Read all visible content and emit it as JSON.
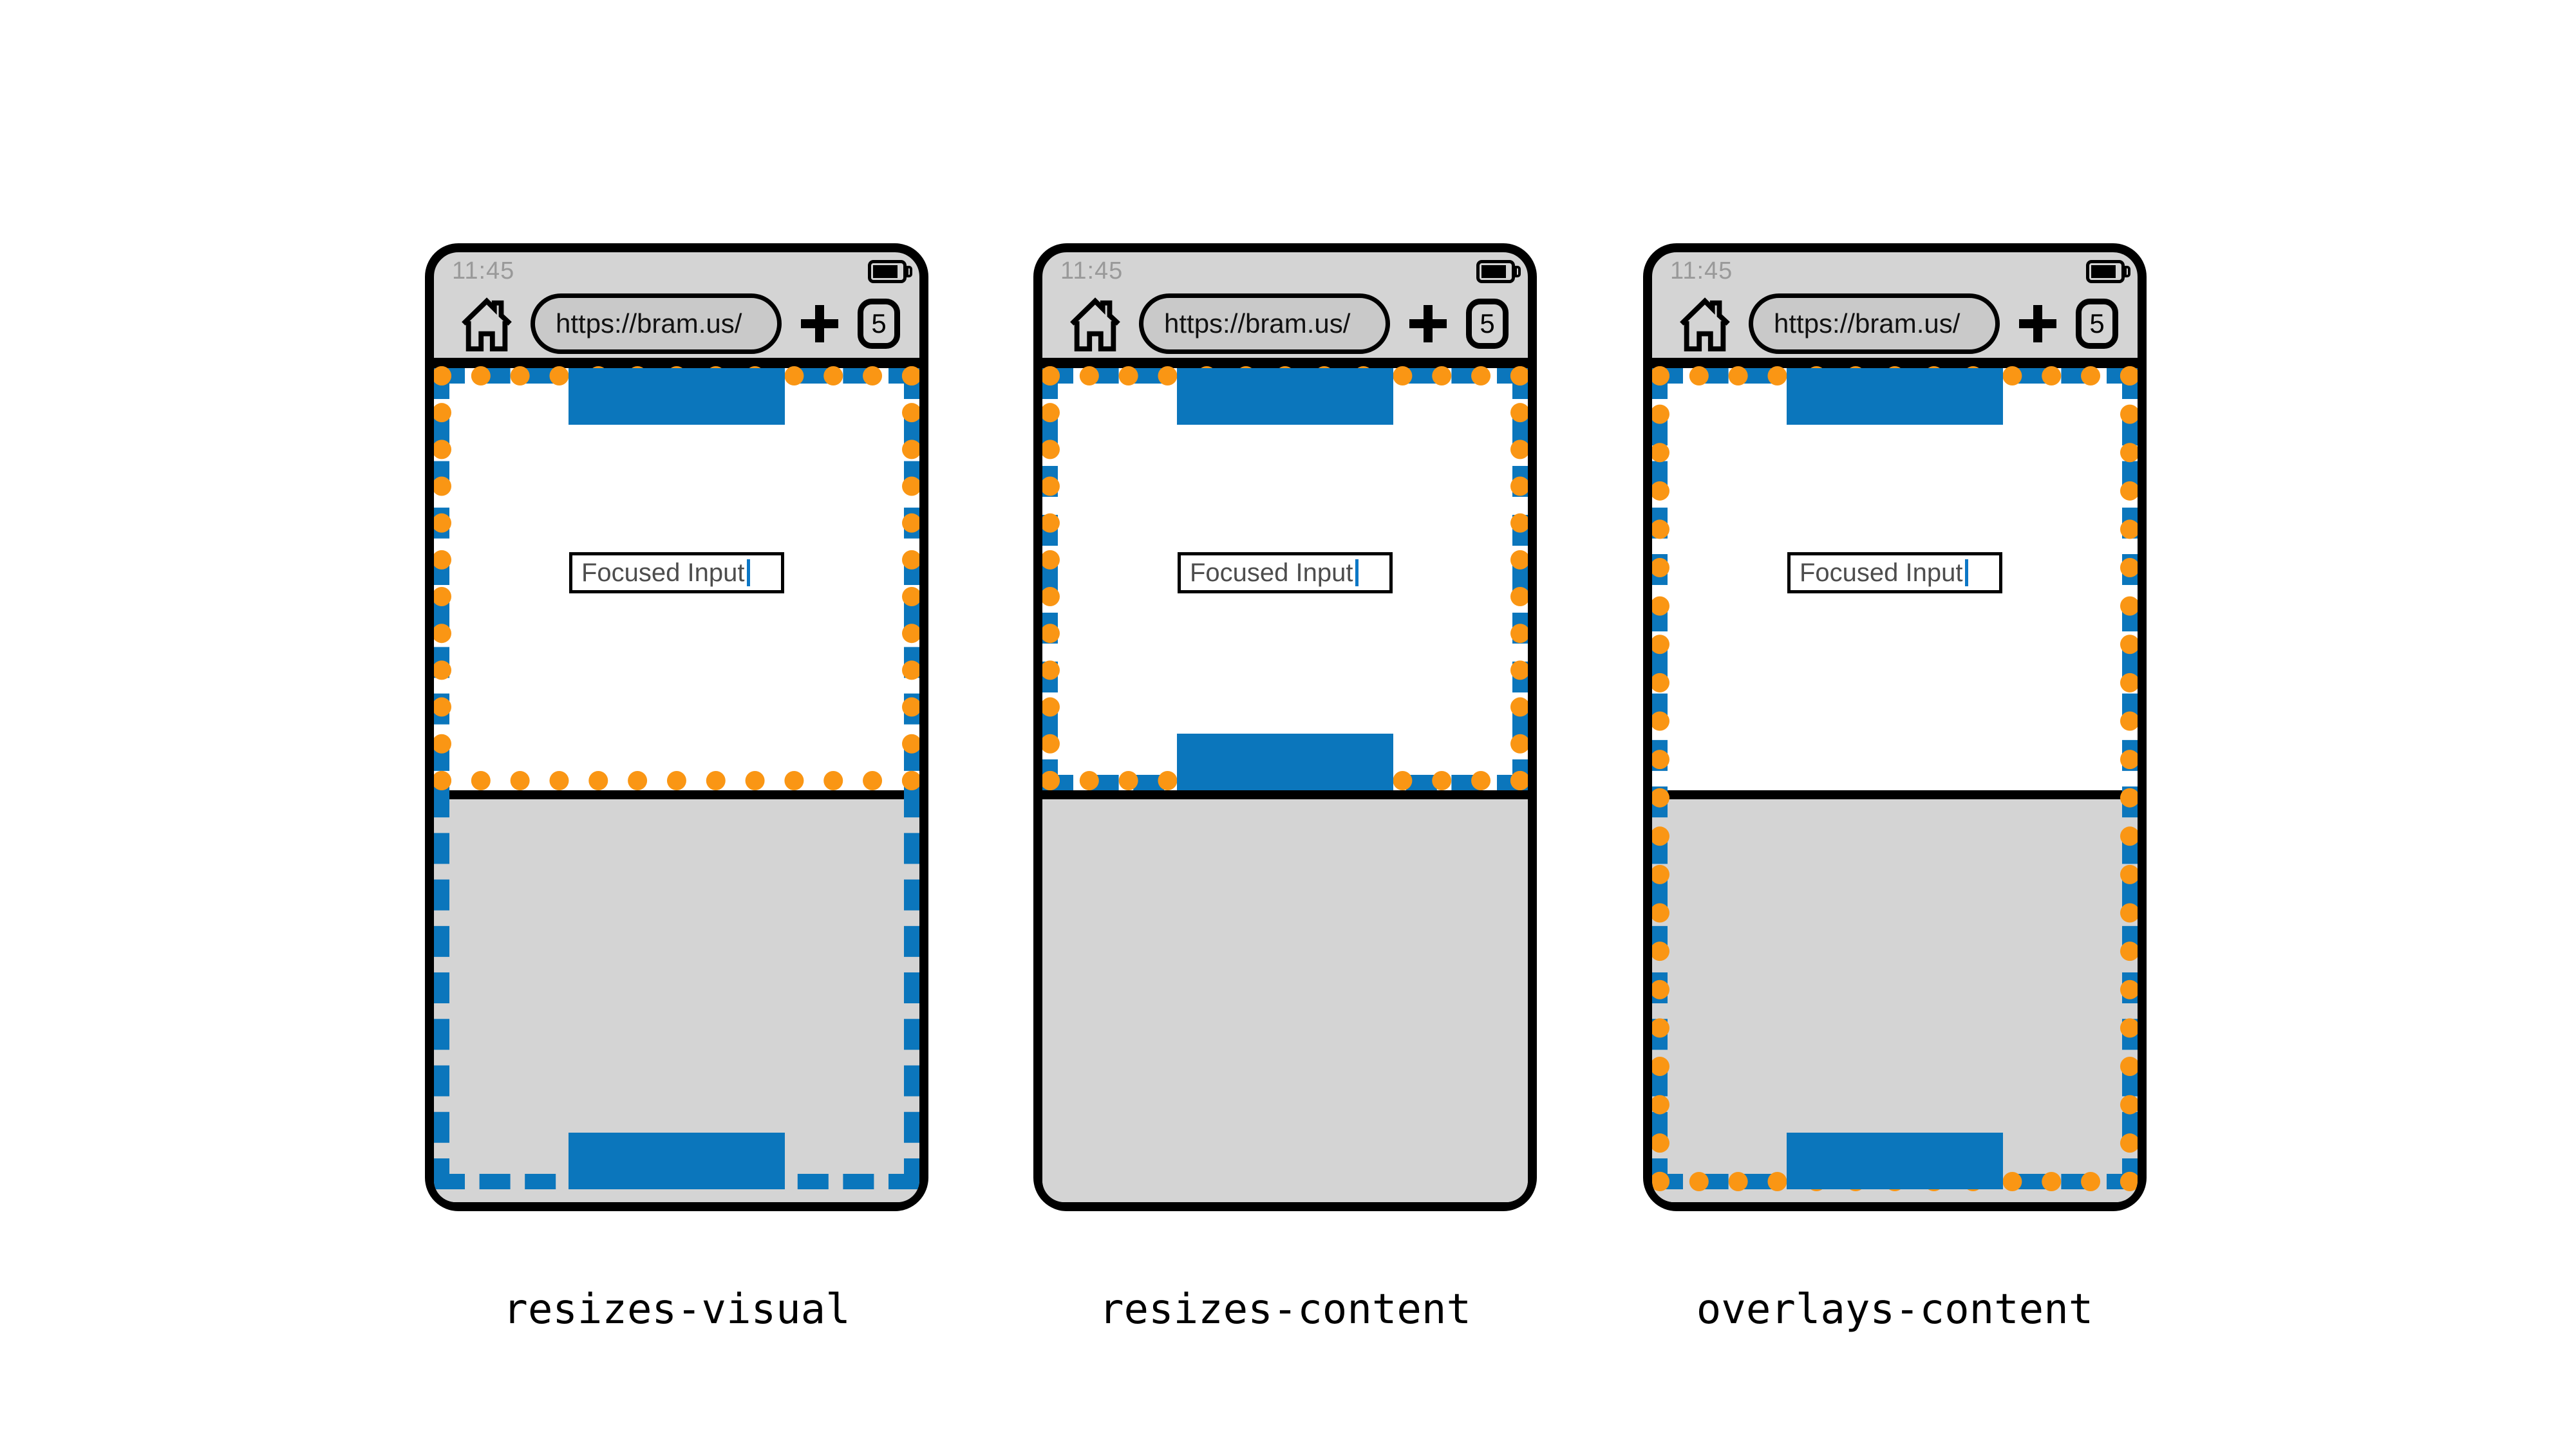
{
  "colors": {
    "layout_viewport_blue": "#0b76bc",
    "visual_viewport_orange": "#fa9614",
    "device_gray": "#d4d4d4",
    "urlbar_gray": "#c9c9c9",
    "frame_black": "#000000"
  },
  "phones": [
    {
      "mode": "resizes-visual",
      "label": "resizes-visual",
      "status": {
        "time": "11:45",
        "battery_icon": "battery-icon"
      },
      "toolbar": {
        "home_icon": "home-icon",
        "url": "https://bram.us/",
        "new_tab_icon": "plus-icon",
        "tab_count": "5"
      },
      "page": {
        "input_value": "Focused Input"
      },
      "keyboard_visible": true,
      "viewports": {
        "layout_viewport_extends_behind_keyboard": true,
        "visual_viewport_extends_behind_keyboard": false
      }
    },
    {
      "mode": "resizes-content",
      "label": "resizes-content",
      "status": {
        "time": "11:45",
        "battery_icon": "battery-icon"
      },
      "toolbar": {
        "home_icon": "home-icon",
        "url": "https://bram.us/",
        "new_tab_icon": "plus-icon",
        "tab_count": "5"
      },
      "page": {
        "input_value": "Focused Input"
      },
      "keyboard_visible": true,
      "viewports": {
        "layout_viewport_extends_behind_keyboard": false,
        "visual_viewport_extends_behind_keyboard": false
      }
    },
    {
      "mode": "overlays-content",
      "label": "overlays-content",
      "status": {
        "time": "11:45",
        "battery_icon": "battery-icon"
      },
      "toolbar": {
        "home_icon": "home-icon",
        "url": "https://bram.us/",
        "new_tab_icon": "plus-icon",
        "tab_count": "5"
      },
      "page": {
        "input_value": "Focused Input"
      },
      "keyboard_visible": true,
      "viewports": {
        "layout_viewport_extends_behind_keyboard": true,
        "visual_viewport_extends_behind_keyboard": true
      }
    }
  ]
}
